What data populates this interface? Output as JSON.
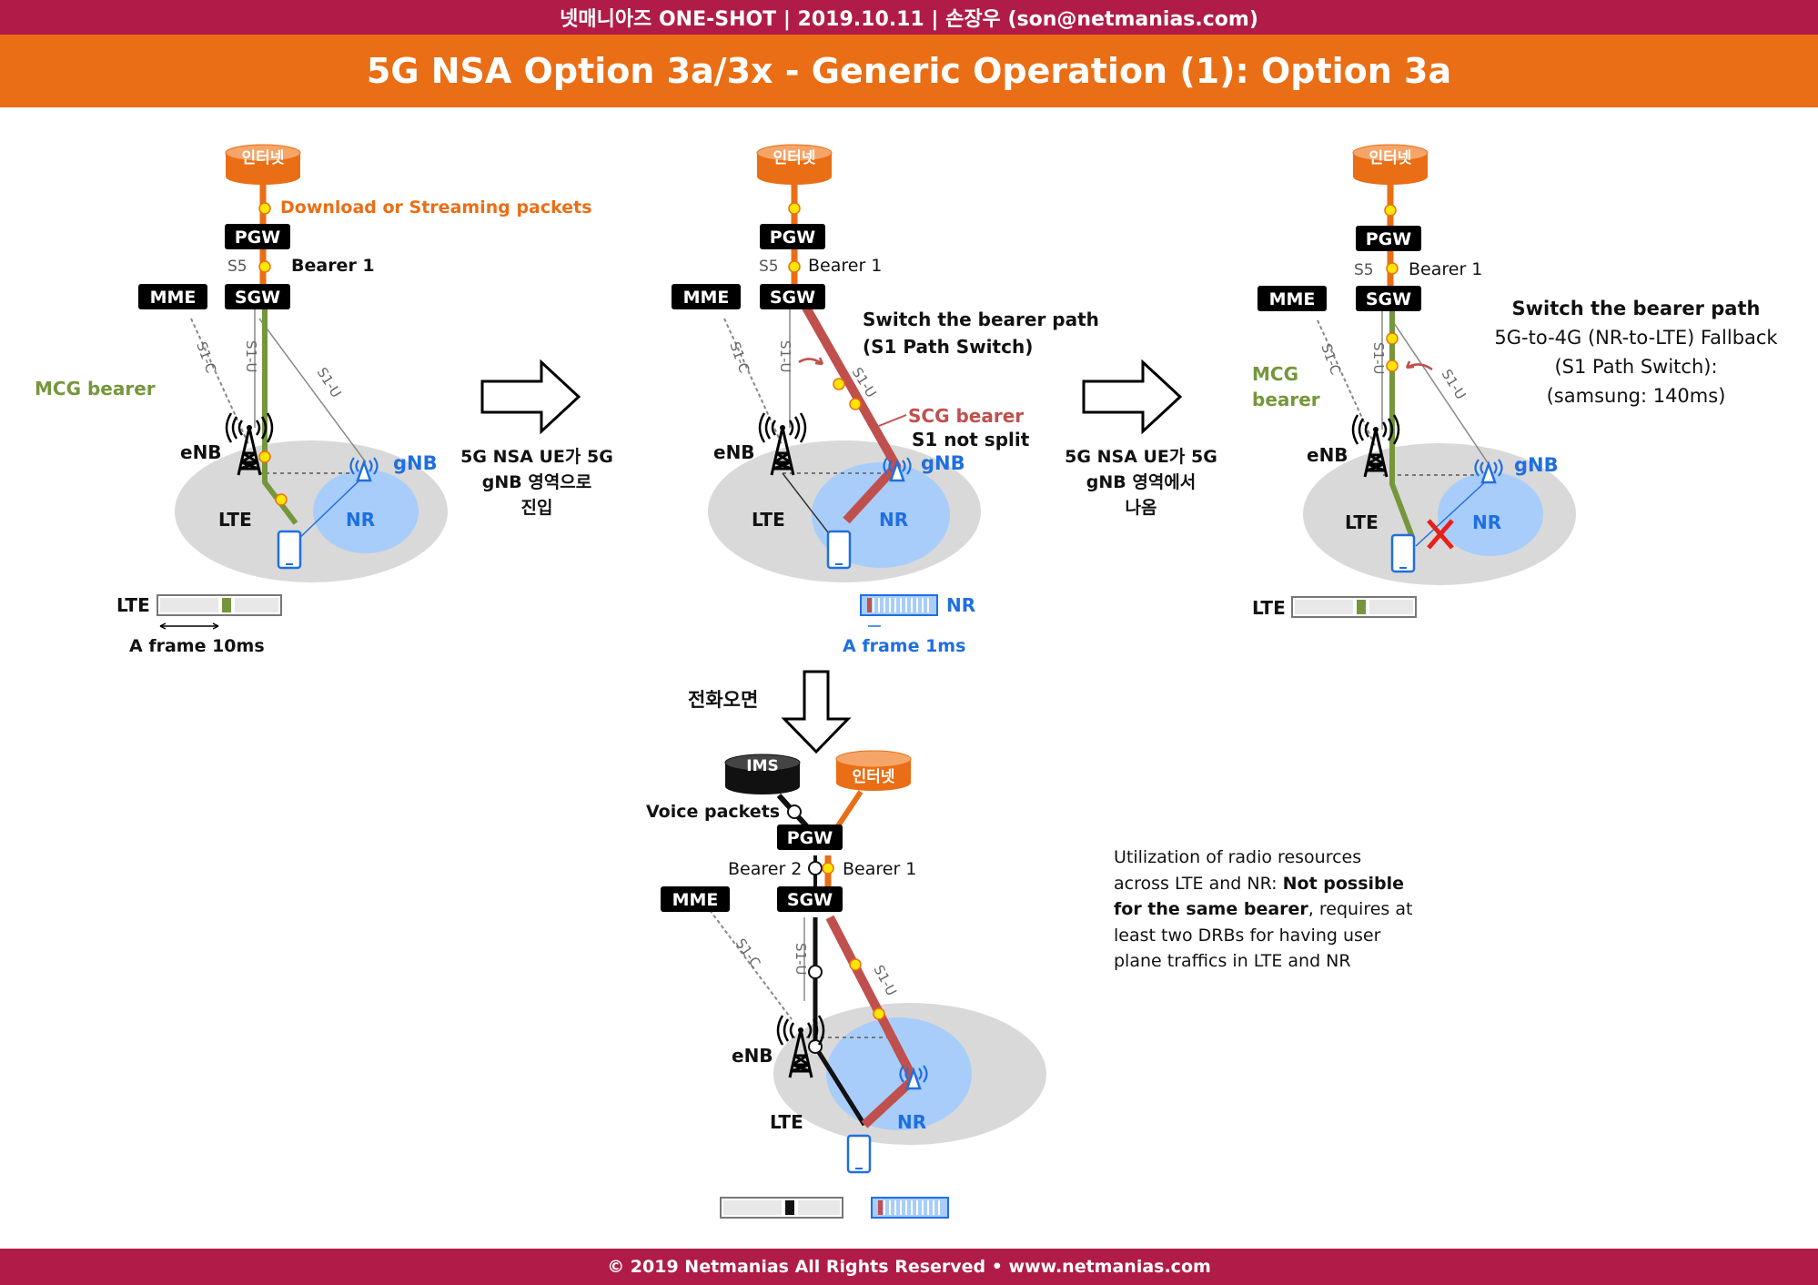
{
  "header": {
    "top_line": "넷매니아즈 ONE-SHOT  |  2019.10.11  |  손장우 (son@netmanias.com)",
    "title": "5G NSA Option 3a/3x - Generic Operation (1): Option 3a"
  },
  "footer": {
    "text": "© 2019 Netmanias All Rights Reserved • www.netmanias.com"
  },
  "colors": {
    "header_bar": "#b01c47",
    "title_bar": "#ea6e15",
    "internet": "#ea6e15",
    "mcg_bearer": "#76963c",
    "scg_bearer": "#c0504d",
    "nr_blue": "#1f6fe0",
    "packet_yellow": "#ffe600"
  },
  "labels": {
    "internet": "인터넷",
    "ims": "IMS",
    "pgw": "PGW",
    "sgw": "SGW",
    "mme": "MME",
    "enb": "eNB",
    "gnb": "gNB",
    "lte": "LTE",
    "nr": "NR",
    "s5": "S5",
    "s1c": "S1-C",
    "s1u": "S1-U",
    "bearer1": "Bearer 1",
    "bearer2": "Bearer 2"
  },
  "panel1": {
    "download_label": "Download or Streaming packets",
    "mcg_label": "MCG bearer",
    "frame_label": "A frame 10ms"
  },
  "arrow1": {
    "lines": [
      "5G NSA UE가 5G",
      "gNB 영역으로",
      "진입"
    ]
  },
  "panel2": {
    "switch_line1": "Switch the bearer path",
    "switch_line2": "(S1 Path Switch)",
    "scg_label": "SCG bearer",
    "not_split": "S1 not split",
    "frame_label": "A frame 1ms"
  },
  "arrow2": {
    "lines": [
      "5G NSA UE가 5G",
      "gNB 영역에서",
      "나옴"
    ]
  },
  "panel3": {
    "switch_title": "Switch the bearer path",
    "switch_lines": [
      "5G-to-4G (NR-to-LTE) Fallback",
      "(S1 Path Switch):",
      "(samsung: 140ms)"
    ],
    "mcg_line1": "MCG",
    "mcg_line2": "bearer"
  },
  "panel4": {
    "trigger": "전화오면",
    "voice_label": "Voice packets"
  },
  "note": {
    "part1": "Utilization of radio resources across LTE and NR: ",
    "bold": "Not possible for the same bearer",
    "part2": ", requires at least two DRBs for having user plane traffics in LTE and NR"
  }
}
